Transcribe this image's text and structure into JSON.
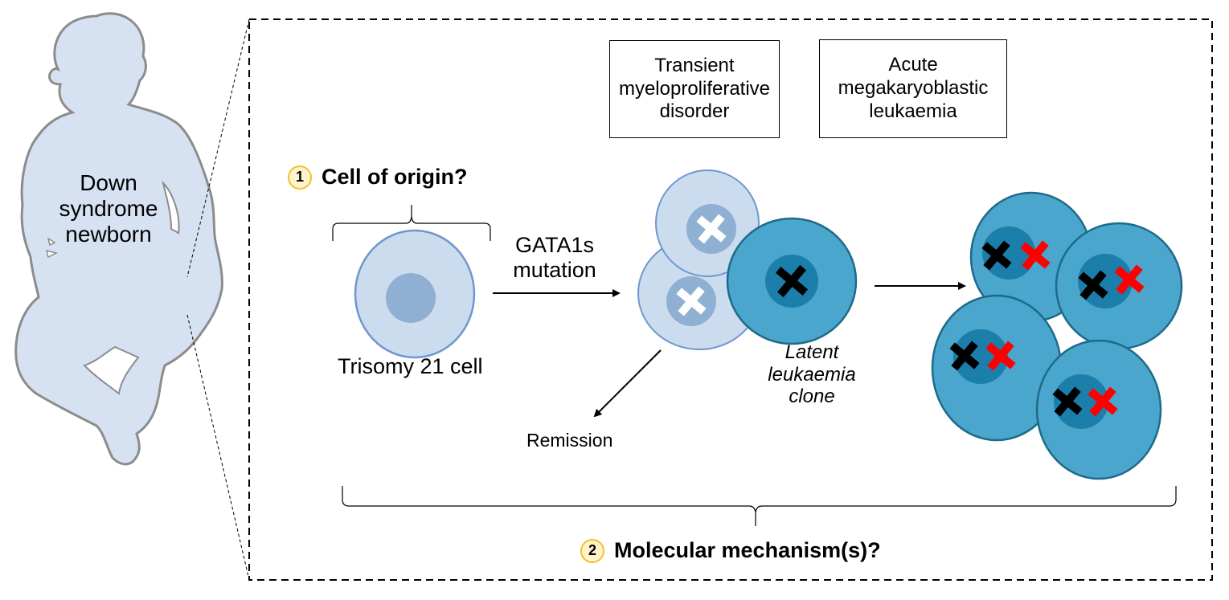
{
  "baby": {
    "label_lines": [
      "Down",
      "syndrome",
      "newborn"
    ]
  },
  "stage_boxes": [
    {
      "lines": [
        "Transient",
        "myeloproliferative",
        "disorder"
      ]
    },
    {
      "lines": [
        "Acute",
        "megakaryoblastic",
        "leukaemia"
      ]
    }
  ],
  "questions": [
    {
      "number": "1",
      "text": "Cell of origin?"
    },
    {
      "number": "2",
      "text": "Molecular mechanism(s)?"
    }
  ],
  "labels": {
    "trisomy_cell": "Trisomy 21 cell",
    "mutation_line1": "GATA1s",
    "mutation_line2": "mutation",
    "remission": "Remission",
    "latent_line1": "Latent",
    "latent_line2": "leukaemia",
    "latent_line3": "clone"
  },
  "colors": {
    "normal_cell_fill": "#ccdcef",
    "normal_cell_stroke": "#6f97cf",
    "normal_nucleus": "#8fafd3",
    "leukaemic_cell_fill": "#4aa6cc",
    "leukaemic_cell_stroke": "#1e6a8a",
    "leukaemic_nucleus": "#1c7eaa",
    "baby_fill": "#d6e1f2",
    "baby_stroke": "#8c8c8c",
    "badge_border": "#f2c12e",
    "badge_fill": "#fff3cc",
    "mutation_red": "#ff0000"
  }
}
